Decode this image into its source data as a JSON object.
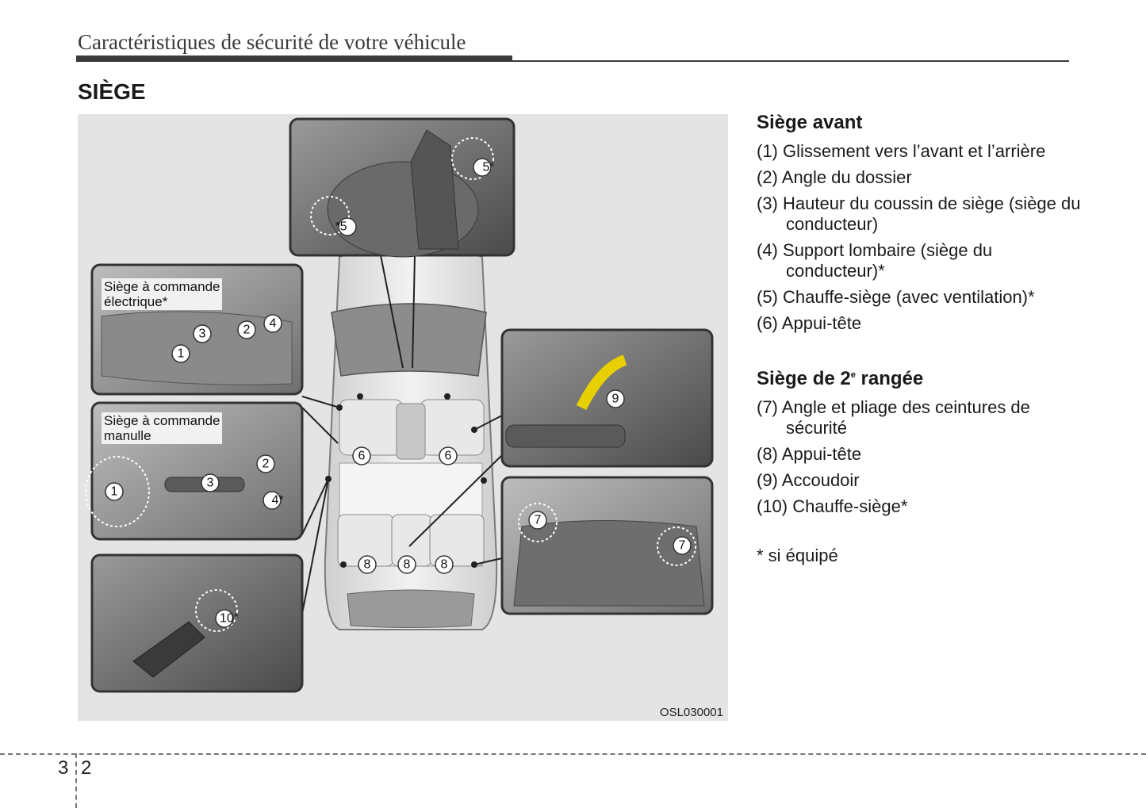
{
  "header": {
    "title": "Caractéristiques de sécurité de votre véhicule"
  },
  "section": {
    "title": "SIÈGE"
  },
  "figure": {
    "code": "OSL030001",
    "panel_power_label": [
      "Siège à commande",
      "électrique*"
    ],
    "panel_manual_label": [
      "Siège à commande",
      "manulle"
    ],
    "callouts": {
      "p1": "1",
      "p2": "2",
      "p3": "3",
      "p4": "4",
      "m1": "1",
      "m2": "2",
      "m3": "3",
      "m4": "4*",
      "heater_a": "5*",
      "heater_b": "*5",
      "head_front_l": "6",
      "head_front_r": "6",
      "armrest": "9",
      "rear_l": "7",
      "rear_r": "7",
      "head_rear_1": "8",
      "head_rear_2": "8",
      "head_rear_3": "8",
      "rear_heat": "10*"
    }
  },
  "front_seat": {
    "heading": "Siège avant",
    "items": [
      {
        "num": "(1)",
        "text": "Glissement vers l’avant et l’arrière"
      },
      {
        "num": "(2)",
        "text": "Angle du dossier"
      },
      {
        "num": "(3)",
        "text": "Hauteur du coussin de siège (siège du conducteur)"
      },
      {
        "num": "(4)",
        "text": "Support lombaire (siège du conducteur)*"
      },
      {
        "num": "(5)",
        "text": "Chauffe-siège (avec ventilation)*"
      },
      {
        "num": "(6)",
        "text": "Appui-tête"
      }
    ]
  },
  "second_row": {
    "heading_pre": "Siège de 2",
    "heading_sup": "e",
    "heading_post": " rangée",
    "items": [
      {
        "num": "(7)",
        "text": "Angle et pliage des ceintures de sécurité"
      },
      {
        "num": "(8)",
        "text": "Appui-tête"
      },
      {
        "num": "(9)",
        "text": "Accoudoir"
      },
      {
        "num": "(10)",
        "text": "Chauffe-siège*"
      }
    ]
  },
  "footnote": "* si équipé",
  "page": {
    "chapter": "3",
    "number": "2"
  }
}
